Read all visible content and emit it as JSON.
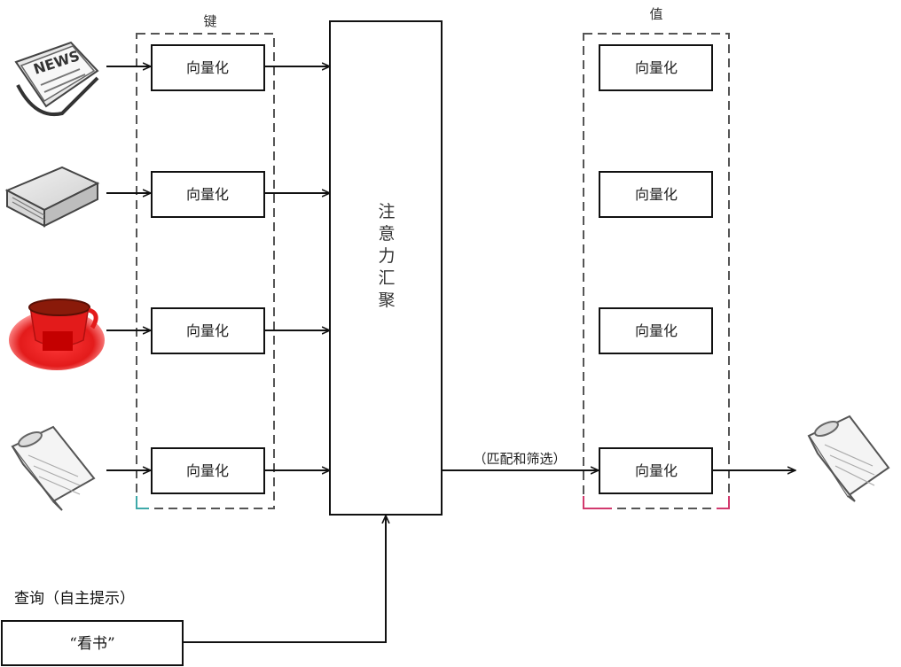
{
  "keys": {
    "label": "键",
    "items": [
      {
        "icon": "newspaper-icon",
        "label": "向量化"
      },
      {
        "icon": "book-icon",
        "label": "向量化"
      },
      {
        "icon": "tea-cup-icon",
        "label": "向量化"
      },
      {
        "icon": "notebook-icon",
        "label": "向量化"
      }
    ]
  },
  "values": {
    "label": "值",
    "items": [
      {
        "label": "向量化"
      },
      {
        "label": "向量化"
      },
      {
        "label": "向量化"
      },
      {
        "label": "向量化"
      }
    ]
  },
  "attention": {
    "chars": [
      "注",
      "意",
      "力",
      "汇",
      "聚"
    ]
  },
  "match_label": "（匹配和筛选）",
  "output_icon": "notebook-icon",
  "query": {
    "title": "查询（自主提示）",
    "text": "“看书”"
  },
  "colors": {
    "box_stroke": "#111111",
    "dash_gray": "#555555",
    "keys_corner": "#3fa9a9",
    "values_corner": "#d23a6e",
    "cup_red": "#e31b1b",
    "cup_dark": "#8a1a0a"
  }
}
